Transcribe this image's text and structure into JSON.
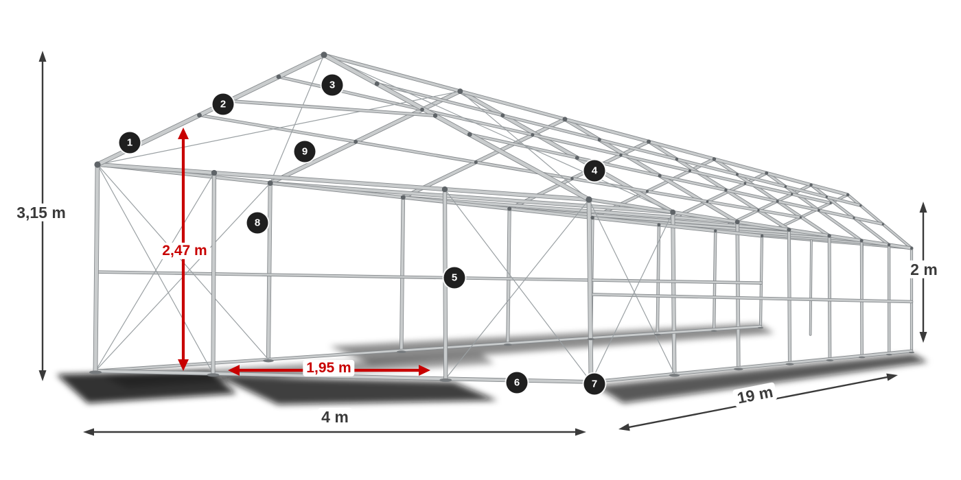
{
  "colors": {
    "red": "#c80000",
    "dim": "#3a3a3a",
    "frame_light": "#c9cccd",
    "frame_dark": "#85898c",
    "badge_bg": "#1f1f1f",
    "badge_text": "#ffffff",
    "background": "#ffffff"
  },
  "dimensions": {
    "total_height": "3,15 m",
    "clearance_height": "2,47 m",
    "entrance_width": "1,95 m",
    "side_height": "2 m",
    "width": "4 m",
    "length": "19 m"
  },
  "badges": [
    {
      "label": "1"
    },
    {
      "label": "2"
    },
    {
      "label": "3"
    },
    {
      "label": "4"
    },
    {
      "label": "5"
    },
    {
      "label": "6"
    },
    {
      "label": "7"
    },
    {
      "label": "8"
    },
    {
      "label": "9"
    }
  ]
}
